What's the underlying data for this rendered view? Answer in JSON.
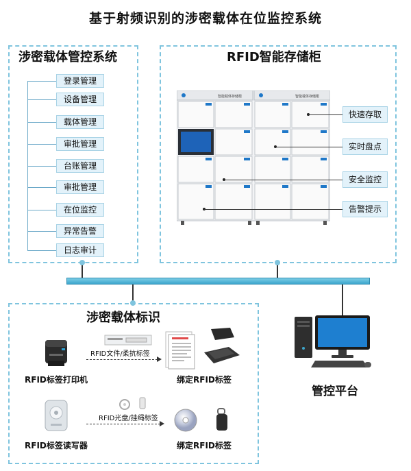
{
  "title": "基于射频识别的涉密载体在位监控系统",
  "mgmt_panel": {
    "title": "涉密载体管控系统",
    "items": [
      "登录管理",
      "设备管理",
      "载体管理",
      "审批管理",
      "台账管理",
      "审批管理",
      "在位监控",
      "异常告警",
      "日志审计"
    ]
  },
  "cabinet_panel": {
    "title": "RFID智能存储柜",
    "cabinet_labels": [
      "智能载体存储柜",
      "智能载体存储柜"
    ],
    "features": [
      "快速存取",
      "实时盘点",
      "安全监控",
      "告警提示"
    ]
  },
  "carrier_panel": {
    "title": "涉密载体标识",
    "row1": {
      "device": "RFID标签打印机",
      "arrow_label": "RFID文件/柔抗标签",
      "result": "绑定RFID标签"
    },
    "row2": {
      "device": "RFID标签读写器",
      "arrow_label": "RFID光盘/挂绳标签",
      "result": "绑定RFID标签"
    }
  },
  "platform": {
    "label": "管控平台"
  },
  "colors": {
    "panel_border": "#7fc4de",
    "box_fill": "#e3f2fa",
    "bus": "#3da6cc"
  }
}
